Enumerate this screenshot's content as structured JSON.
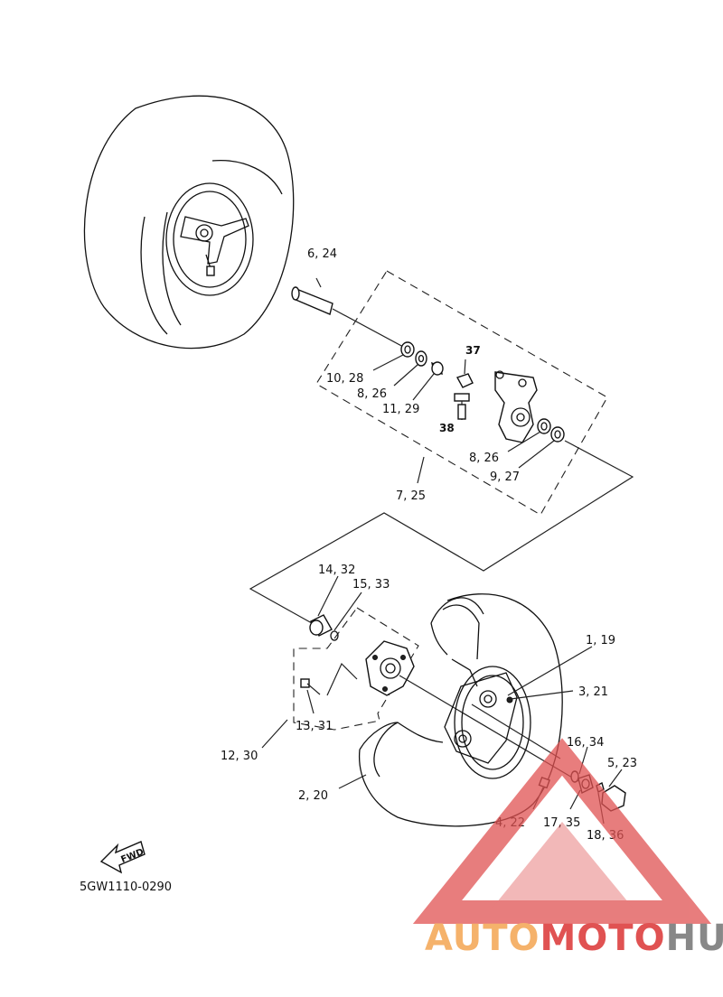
{
  "diagram": {
    "code": "5GW1110-0290",
    "fwd_label": "FWD",
    "callouts": {
      "c6_24": "6, 24",
      "c10_28": "10, 28",
      "c8_26_a": "8, 26",
      "c11_29": "11, 29",
      "c37": "37",
      "c38": "38",
      "c8_26_b": "8, 26",
      "c9_27": "9, 27",
      "c7_25": "7, 25",
      "c14_32": "14, 32",
      "c15_33": "15, 33",
      "c1_19": "1, 19",
      "c3_21": "3, 21",
      "c13_31": "13, 31",
      "c12_30": "12, 30",
      "c16_34": "16, 34",
      "c5_23": "5, 23",
      "c2_20": "2, 20",
      "c4_22": "4, 22",
      "c17_35": "17, 35",
      "c18_36": "18, 36"
    }
  },
  "watermark": {
    "part1": "AUTO",
    "part2": "MOTO",
    "part3": "HUB",
    "colors": {
      "orange": "#f5b26b",
      "red": "#e05252",
      "gray": "#888888"
    }
  }
}
